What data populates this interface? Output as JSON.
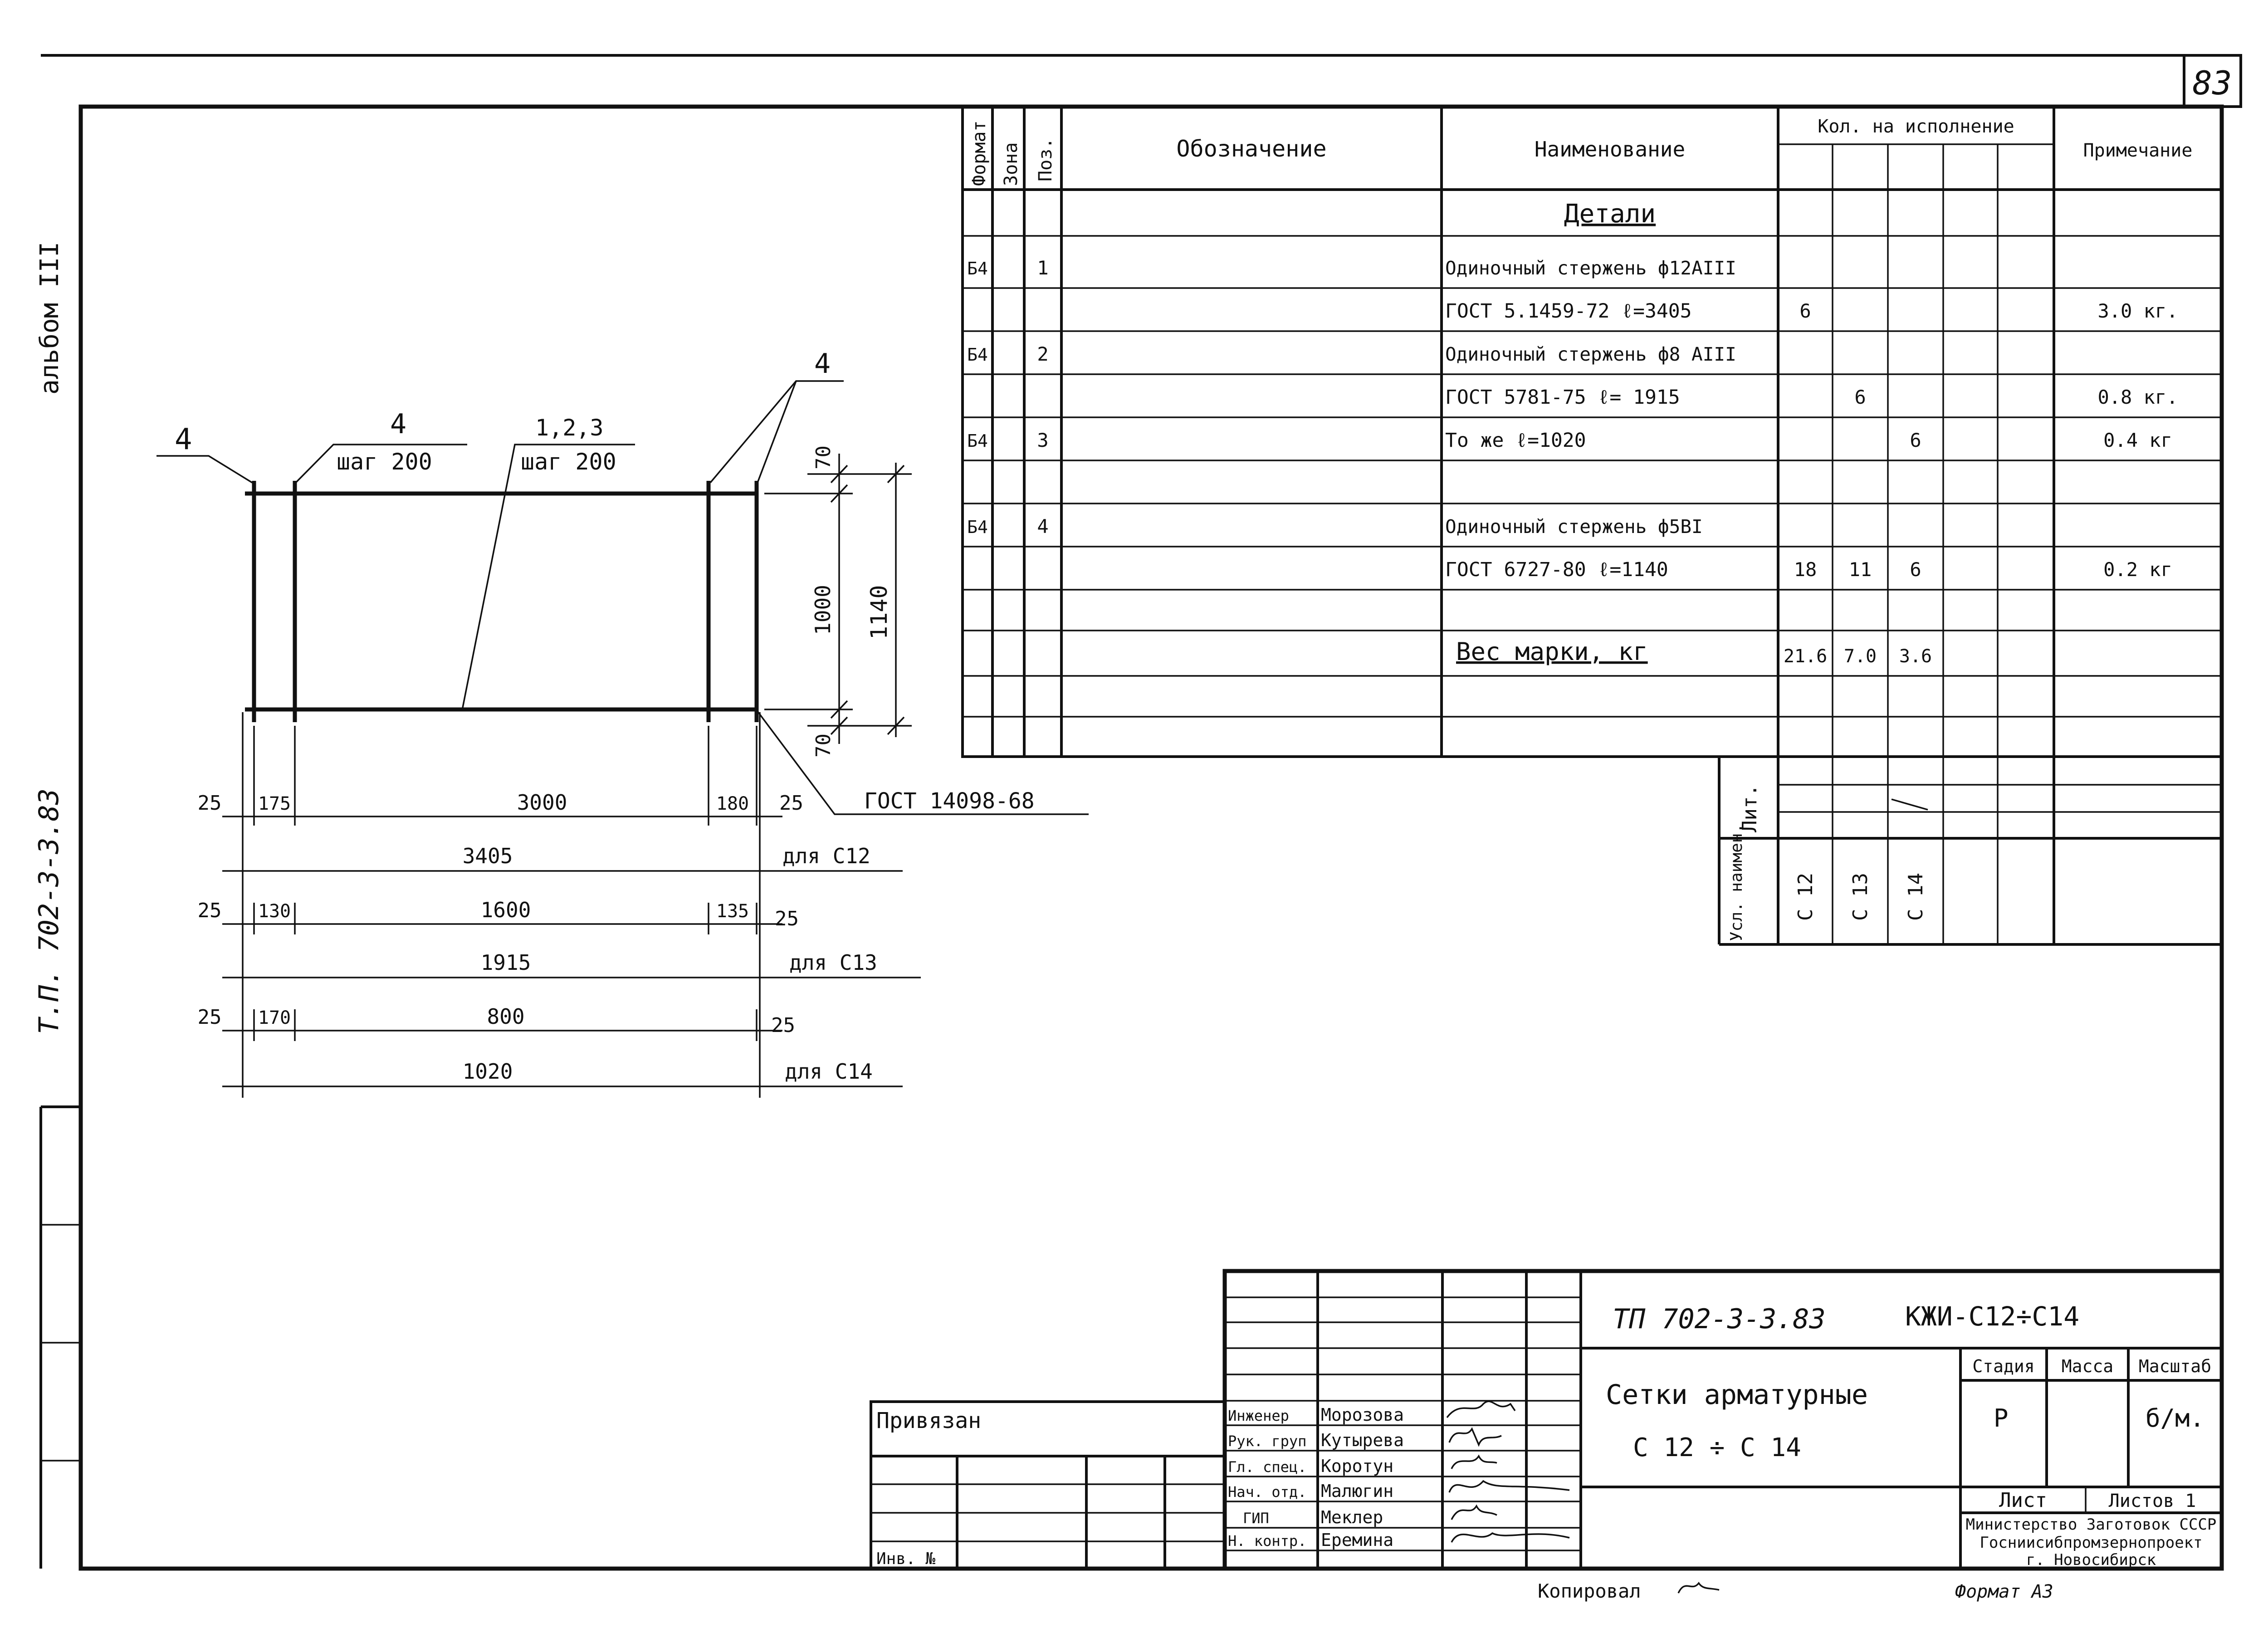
{
  "page_number": "83",
  "margin": {
    "album": "альбом III",
    "project_code": "Т.П. 702-3-3.83"
  },
  "spec_table": {
    "headers": {
      "format": "Формат",
      "zone": "Зона",
      "pos": "Поз.",
      "designation": "Обозначение",
      "name": "Наименование",
      "qty": "Кол. на исполнение",
      "note": "Примечание"
    },
    "section_title": "Детали",
    "rows": {
      "r1_format": "Б4",
      "r1_pos": "1",
      "r1_name": "Одиночный стержень ф12АIII",
      "r1b_name": "ГОСТ 5.1459-72 ℓ=3405",
      "r1b_q1": "6",
      "r1b_note": "3.0 кг.",
      "r2_format": "Б4",
      "r2_pos": "2",
      "r2_name": "Одиночный стержень ф8 АIII",
      "r2b_name": "ГОСТ 5781-75 ℓ= 1915",
      "r2b_q2": "6",
      "r2b_note": "0.8 кг.",
      "r3_format": "Б4",
      "r3_pos": "3",
      "r3_name": "То же ℓ=1020",
      "r3_q3": "6",
      "r3_note": "0.4 кг",
      "r4_format": "Б4",
      "r4_pos": "4",
      "r4_name": "Одиночный стержень ф5ВI",
      "r4b_name": "ГОСТ 6727-80 ℓ=1140",
      "r4b_q1": "18",
      "r4b_q2": "11",
      "r4b_q3": "6",
      "r4b_note": "0.2 кг"
    },
    "weight_label": "Вес марки, кг",
    "weights": [
      "21.6",
      "7.0",
      "3.6"
    ]
  },
  "lit_block": {
    "lit_label": "Лит.",
    "mark_label": "Усл. наимен.",
    "marks": [
      "С 12",
      "С 13",
      "С 14"
    ]
  },
  "drawing": {
    "label_4_left": "4",
    "label_4_step": "4",
    "step_200_a": "шаг 200",
    "label_123": "1,2,3",
    "step_200_b": "шаг 200",
    "label_4_right": "4",
    "dim_70_top": "70",
    "dim_1000": "1000",
    "dim_1140": "1140",
    "dim_70_bottom": "70",
    "gost_weld": "ГОСТ 14098-68",
    "c12": {
      "left": "25",
      "a": "175",
      "mid": "3000",
      "b": "180",
      "right": "25",
      "total": "3405",
      "label": "для С12"
    },
    "c13": {
      "left": "25",
      "a": "130",
      "mid": "1600",
      "b": "135",
      "right": "25",
      "total": "1915",
      "label": "для С13"
    },
    "c14": {
      "left": "25",
      "a": "170",
      "mid": "800",
      "right": "25",
      "total": "1020",
      "label": "для С14"
    }
  },
  "title_block": {
    "doc_code": "ТП 702-3-3.83",
    "doc_mark": "КЖИ-С12÷С14",
    "title_line1": "Сетки арматурные",
    "title_line2": "С 12 ÷ С 14",
    "stage_label": "Стадия",
    "mass_label": "Масса",
    "scale_label": "Масштаб",
    "stage_value": "Р",
    "scale_value": "б/м.",
    "sheet_label": "Лист",
    "sheets_label": "Листов 1",
    "org_line1": "Министерство Заготовок СССР",
    "org_line2": "Госниисибпромзернопроект",
    "org_line3": "г. Новосибирск",
    "roles": [
      "Инженер",
      "Рук. груп",
      "Гл. спец.",
      "Нач. отд.",
      "ГИП",
      "Н. контр."
    ],
    "people": [
      "Морозова",
      "Кутырева",
      "Коротун",
      "Малюгин",
      "Меклер",
      "Еремина"
    ],
    "privyazan": "Привязан",
    "inv_no": "Инв. №"
  },
  "footer": {
    "copied": "Копировал",
    "format": "Формат А3"
  }
}
